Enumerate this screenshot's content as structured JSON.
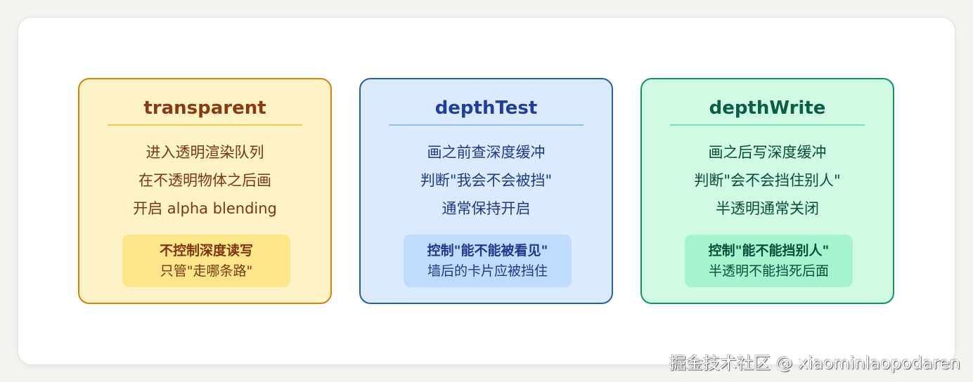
{
  "cards": [
    {
      "title": "transparent",
      "lines": [
        "进入透明渲染队列",
        "在不透明物体之后画",
        "开启 alpha blending"
      ],
      "note": {
        "line1": "不控制深度读写",
        "line2": "只管\"走哪条路\""
      },
      "colors": {
        "border": "#d97f0c",
        "background": "#fef3c7",
        "text": "#7c3510",
        "note_bg": "#fde68a"
      }
    },
    {
      "title": "depthTest",
      "lines": [
        "画之前查深度缓冲",
        "判断\"我会不会被挡\"",
        "通常保持开启"
      ],
      "note": {
        "line1": "控制\"能不能被看见\"",
        "line2": "墙后的卡片应被挡住"
      },
      "colors": {
        "border": "#2160ad",
        "background": "#dbeafe",
        "text": "#1e3a8a",
        "note_bg": "#bfdbfe"
      }
    },
    {
      "title": "depthWrite",
      "lines": [
        "画之后写深度缓冲",
        "判断\"会不会挡住别人\"",
        "半透明通常关闭"
      ],
      "note": {
        "line1": "控制\"能不能挡别人\"",
        "line2": "半透明不能挡死后面"
      },
      "colors": {
        "border": "#0f9565",
        "background": "#d1fae5",
        "text": "#064e3b",
        "note_bg": "#a7f3d0"
      }
    }
  ],
  "watermark": "掘金技术社区 @ xiaominlaopodaren"
}
